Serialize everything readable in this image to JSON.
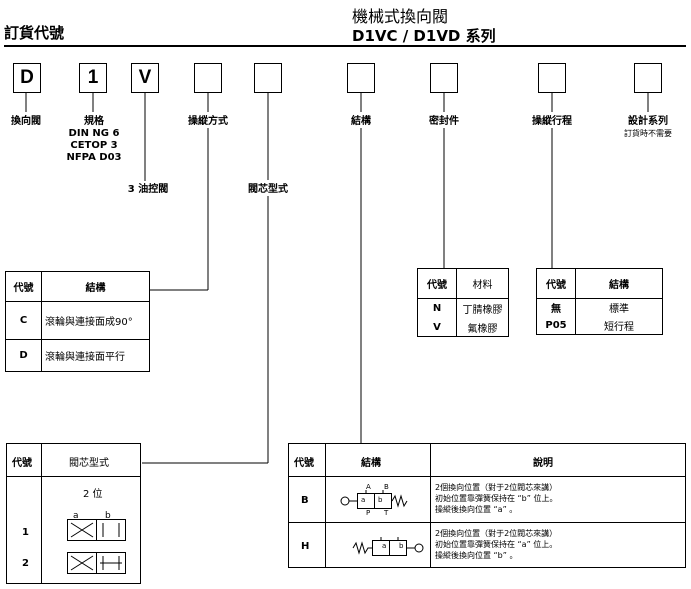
{
  "header": {
    "order_code": "訂貨代號",
    "title_line1": "機械式換向閥",
    "title_line2": "D1VC / D1VD 系列"
  },
  "code_boxes": [
    "D",
    "1",
    "V",
    "",
    "",
    "",
    "",
    "",
    ""
  ],
  "labels": {
    "directional_valve": "換向閥",
    "size": "規格",
    "size_std1": "DIN NG 6",
    "size_std2": "CETOP 3",
    "size_std3": "NFPA D03",
    "operation": "操縱方式",
    "structure": "結構",
    "seal": "密封件",
    "stroke": "操縱行程",
    "design": "設計系列",
    "design_note": "訂貨時不需要",
    "oil_control_valve": "3 油控閥",
    "spool_type": "閥芯型式"
  },
  "op_table": {
    "h_code": "代號",
    "h_struct": "結構",
    "rows": [
      {
        "code": "C",
        "desc": "滾輪與連接面成90°"
      },
      {
        "code": "D",
        "desc": "滾輪與連接面平行"
      }
    ]
  },
  "seal_table": {
    "h_code": "代號",
    "h_mat": "材料",
    "rows": [
      {
        "code": "N",
        "mat": "丁腈橡膠"
      },
      {
        "code": "V",
        "mat": "氟橡膠"
      }
    ]
  },
  "stroke_table": {
    "h_code": "代號",
    "h_struct": "結構",
    "rows": [
      {
        "code": "無",
        "desc": "標準"
      },
      {
        "code": "P05",
        "desc": "短行程"
      }
    ]
  },
  "spool_table": {
    "h_code": "代號",
    "h_type": "閥芯型式",
    "two_pos": "2 位",
    "port_a": "a",
    "port_b": "b",
    "rows": [
      {
        "code": "1"
      },
      {
        "code": "2"
      }
    ]
  },
  "struct_table": {
    "h_code": "代號",
    "h_struct": "結構",
    "h_desc": "說明",
    "rows": [
      {
        "code": "B",
        "d1": "2個換向位置（對于2位閥芯來講）",
        "d2": "初始位置靠彈簧保持在 “b” 位上。",
        "d3": "操縱後換向位置 “a” 。"
      },
      {
        "code": "H",
        "d1": "2個換向位置（對于2位閥芯來講）",
        "d2": "初始位置靠彈簧保持在 “a” 位上。",
        "d3": "操縱後換向位置 “b” 。"
      }
    ],
    "sym_a": "a",
    "sym_b": "b",
    "port_A": "A",
    "port_B": "B",
    "port_P": "P",
    "port_T": "T"
  }
}
